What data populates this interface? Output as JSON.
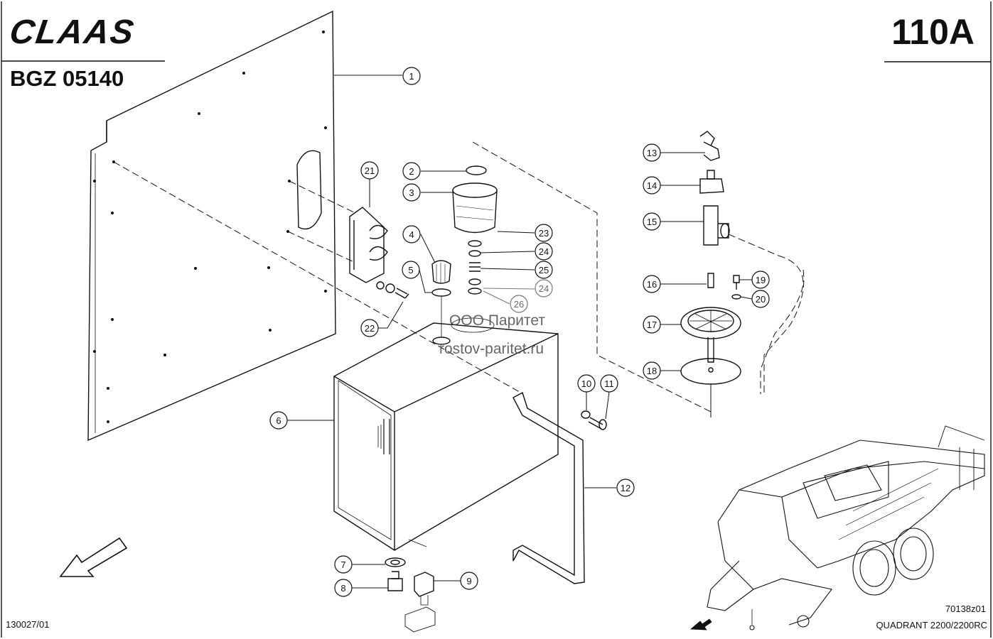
{
  "header": {
    "brand": "CLAAS",
    "doc_number": "BGZ 05140",
    "page_code": "110A"
  },
  "footer": {
    "left_code": "130027/01",
    "figure_code": "70138z01",
    "model": "QUADRANT 2200/2200RC"
  },
  "watermark": {
    "line1": "ООО Паритет",
    "line2": "rostov-paritet.ru"
  },
  "callouts": [
    {
      "label": "1"
    },
    {
      "label": "2"
    },
    {
      "label": "3"
    },
    {
      "label": "4"
    },
    {
      "label": "5"
    },
    {
      "label": "6"
    },
    {
      "label": "7"
    },
    {
      "label": "8"
    },
    {
      "label": "9"
    },
    {
      "label": "10"
    },
    {
      "label": "11"
    },
    {
      "label": "12"
    },
    {
      "label": "13"
    },
    {
      "label": "14"
    },
    {
      "label": "15"
    },
    {
      "label": "16"
    },
    {
      "label": "17"
    },
    {
      "label": "18"
    },
    {
      "label": "19"
    },
    {
      "label": "20"
    },
    {
      "label": "21"
    },
    {
      "label": "22"
    },
    {
      "label": "23"
    },
    {
      "label": "24"
    },
    {
      "label": "25"
    },
    {
      "label": "24"
    },
    {
      "label": "26"
    }
  ],
  "colors": {
    "line": "#111111",
    "faded": "#777777",
    "background": "#ffffff"
  }
}
